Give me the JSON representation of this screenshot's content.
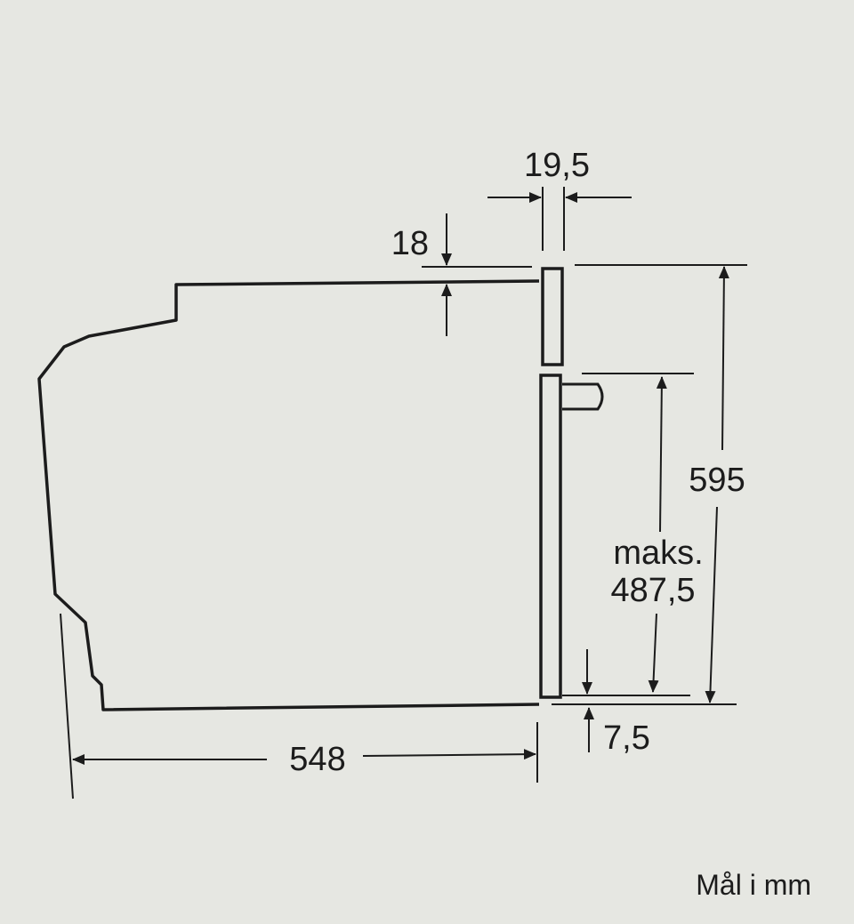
{
  "dimensions": {
    "width_548": "548",
    "height_595": "595",
    "door_gap_19_5": "19,5",
    "top_18": "18",
    "maks_label": "maks.",
    "maks_value": "487,5",
    "bottom_7_5": "7,5"
  },
  "footer": {
    "units_note": "Mål i mm"
  },
  "colors": {
    "background": "#e6e7e2",
    "line": "#1c1c1c"
  }
}
